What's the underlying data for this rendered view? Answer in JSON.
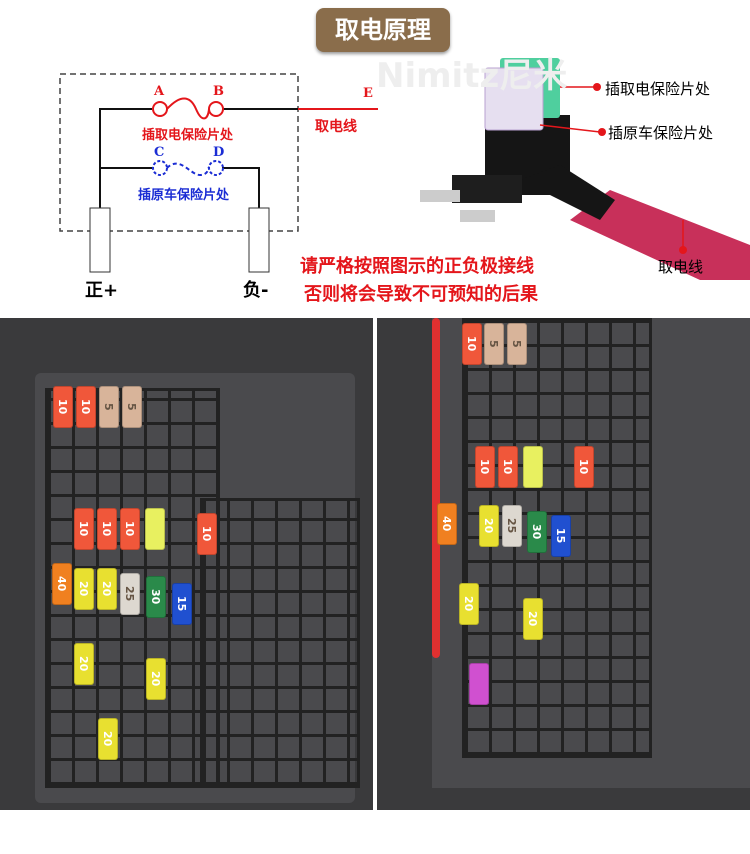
{
  "title": "取电原理",
  "watermark": "Nimitz尼米",
  "diagram": {
    "point_a": "A",
    "point_b": "B",
    "point_c": "C",
    "point_d": "D",
    "point_e": "E",
    "tap_slot_label": "插取电保险片处",
    "original_slot_label": "插原车保险片处",
    "power_wire_label": "取电线",
    "positive_label": "正+",
    "negative_label": "负-"
  },
  "product_callouts": {
    "tap_slot": "插取电保险片处",
    "original_slot": "插原车保险片处",
    "power_wire": "取电线"
  },
  "warning": {
    "line1": "请严格按照图示的正负极接线",
    "line2": "否则将会导致不可预知的后果"
  },
  "colors": {
    "red": "#e4161b",
    "blue": "#1b2dd4",
    "title_bg": "#8a6d4b"
  },
  "left_photo_fuses": [
    "10",
    "10",
    "5",
    "5",
    "10",
    "10",
    "10",
    "",
    "10",
    "40",
    "20",
    "20",
    "25",
    "30",
    "15",
    "20",
    "20",
    "20"
  ],
  "right_photo_fuses": [
    "10",
    "5",
    "5",
    "10",
    "10",
    "",
    "10",
    "40",
    "20",
    "25",
    "30",
    "15",
    "20",
    "20",
    ""
  ]
}
